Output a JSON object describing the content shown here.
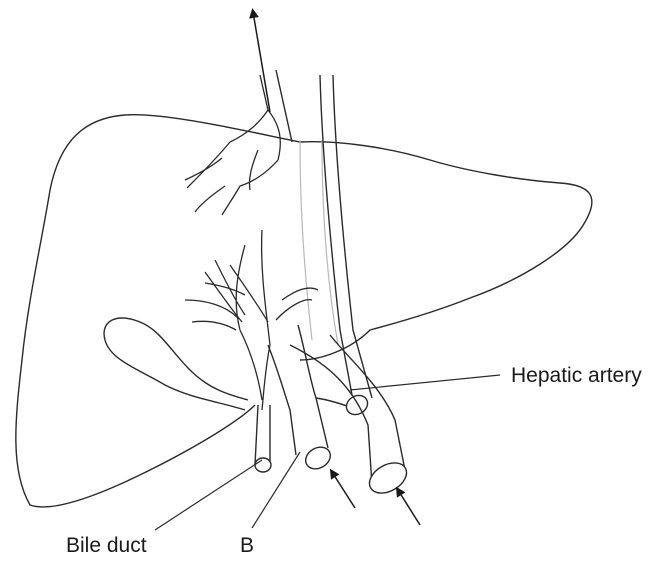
{
  "labels": {
    "hepatic_artery": "Hepatic artery",
    "bile_duct": "Bile duct",
    "b": "B"
  },
  "colors": {
    "outline": "#2a2a2a",
    "faint_vessel": "#b8b8b8",
    "background": "#ffffff"
  }
}
